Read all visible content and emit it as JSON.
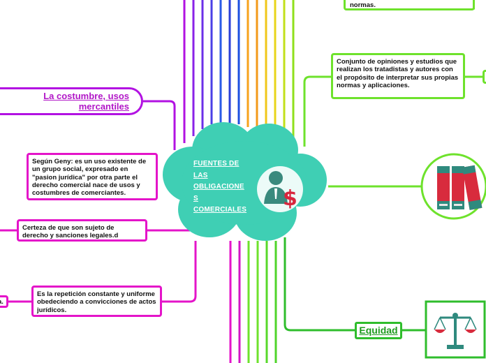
{
  "center": {
    "title_lines": [
      "FUENTES DE ",
      "LAS ",
      "OBLIGACIONE",
      "S ",
      "COMERCIALES"
    ],
    "color": "#3fcfb4"
  },
  "left": {
    "costumbre_title": "La costumbre, usos mercantiles",
    "geny_text": "Según Geny: es un uso existente de un grupo social, expresado en \"pasion jurídica\" por otra parte el derecho comercial nace de usos y costumbres de comerciantes.",
    "certeza_text": "Certeza de que son sujeto de derecho y sanciones legales.d",
    "repeticion_text": "Es la repetición constante y uniforme obedeciendo a convicciones de actos jurídicos.",
    "edge_fragment": "a."
  },
  "right": {
    "top_fragment": "normas.",
    "doctrina_text": "Conjunto de opiniones y estudios que realizan los tratadistas y autores con el propósito de interpretar sus propias normas y aplicaciones.",
    "equidad_label": "Equidad"
  },
  "colors": {
    "pink": "#e414c9",
    "purple": "#b212e2",
    "green": "#6ee22c",
    "dark_green": "#2fbd2c",
    "teal": "#3fcfb4"
  },
  "icons": [
    "businessman-dollar-icon",
    "binders-icon",
    "scales-icon"
  ]
}
